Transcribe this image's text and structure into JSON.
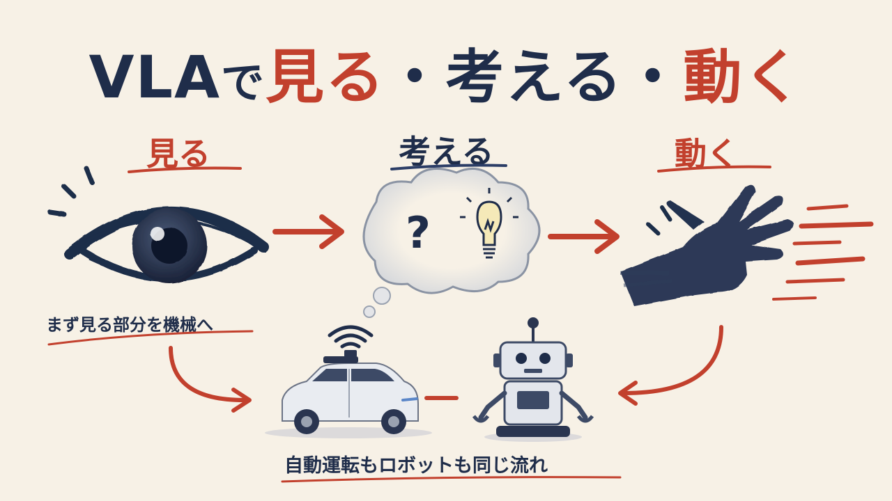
{
  "title": {
    "part1": "VLA",
    "part2": "で",
    "part3": "見る",
    "sep1": "・",
    "part4": "考える",
    "sep2": "・",
    "part5": "動く"
  },
  "stages": {
    "see": "見る",
    "think": "考える",
    "act": "動く"
  },
  "captions": {
    "see_note": "まず見る部分を機械へ",
    "bottom": "自動運転もロボットも同じ流れ"
  },
  "thought_symbols": {
    "question": "?"
  },
  "colors": {
    "navy": "#1f2d4a",
    "red": "#c2402d",
    "background": "#f7f1e6"
  }
}
